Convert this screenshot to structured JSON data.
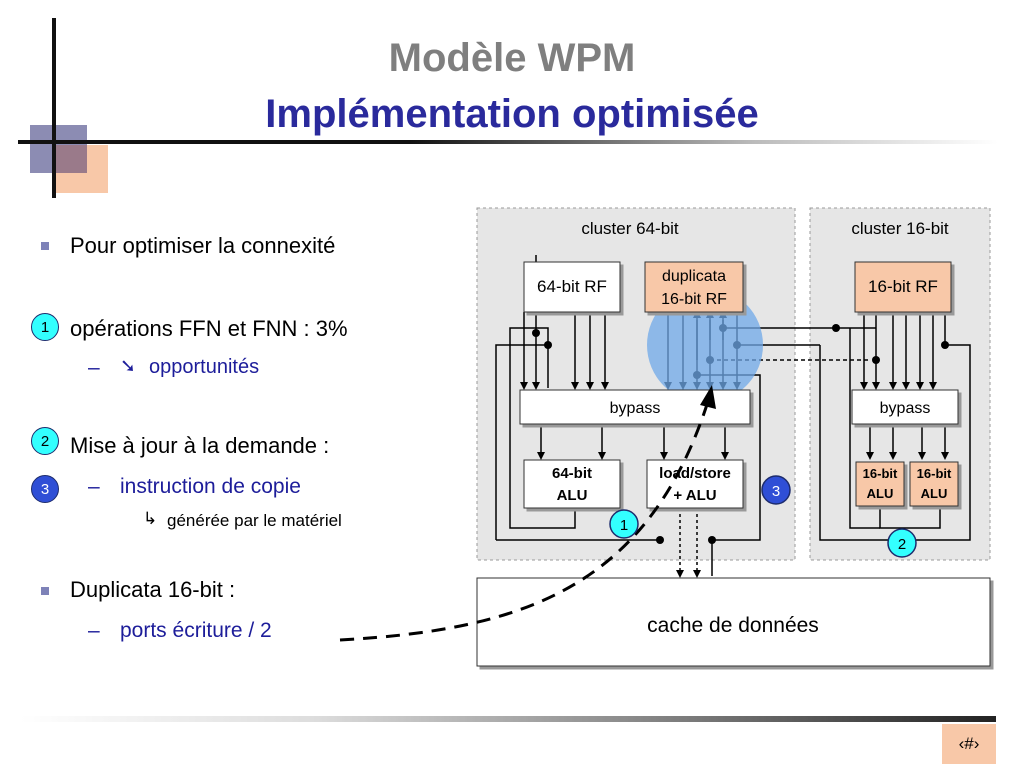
{
  "title": {
    "line1": "Modèle WPM",
    "line2": "Implémentation optimisée"
  },
  "bullets": {
    "b1": "Pour optimiser la connexité",
    "b2": "opérations FFN et FNN : 3%",
    "b2_sub_arrow": "➘",
    "b2_sub": "opportunités",
    "b3": "Mise à jour à la demande :",
    "b3_sub": "instruction de copie",
    "b3_subsub_arrow": "↳",
    "b3_subsub": "générée par le matériel",
    "b4": "Duplicata 16-bit :",
    "b4_sub": "ports écriture / 2",
    "dash": "–"
  },
  "markers": {
    "m1": "1",
    "m2": "2",
    "m3": "3"
  },
  "diagram": {
    "cluster64_label": "cluster 64-bit",
    "cluster16_label": "cluster 16-bit",
    "rf64": "64-bit RF",
    "dup_line1": "duplicata",
    "dup_line2": "16-bit RF",
    "rf16": "16-bit RF",
    "bypass": "bypass",
    "alu64_line1": "64-bit",
    "alu64_line2": "ALU",
    "ls_line1": "load/store",
    "ls_line2": "+ ALU",
    "alu16_line1": "16-bit",
    "alu16_line2": "ALU",
    "cache": "cache de données"
  },
  "footer": {
    "page": "‹#›"
  },
  "colors": {
    "title_gray": "#7f7f7f",
    "title_blue": "#2a2a9c",
    "marker_blue": "#2f4fd6",
    "marker_cyan": "#33ffff",
    "peach": "#f8c8a8",
    "highlight": "#6fa8e8"
  }
}
